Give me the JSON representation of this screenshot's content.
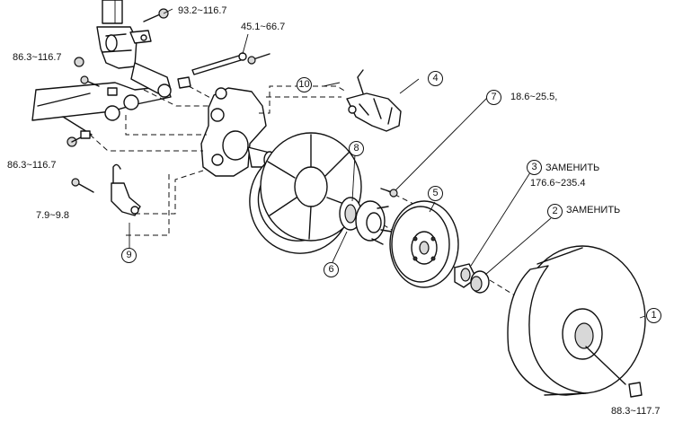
{
  "torques": {
    "strut_upper_bolt": "93.2~116.7",
    "knuckle_long_bolt": "45.1~66.7",
    "lateral_link_upper": "86.3~116.7",
    "lateral_link_lower": "86.3~116.7",
    "abs_sensor_bolt": "7.9~9.8",
    "caliper_bolt_label": "18.6~25.5,",
    "hub_nut": "176.6~235.4",
    "wheel_nut": "88.3~117.7"
  },
  "callouts": {
    "wheel": "1",
    "cap": "2",
    "hub_nut": "3",
    "caliper": "4",
    "disc": "5",
    "hub": "6",
    "bolt": "7",
    "dust_shield": "8",
    "abs_sensor": "9",
    "knuckle": "10"
  },
  "notes": {
    "replace_nut": "ЗАМЕНИТЬ",
    "replace_cap": "ЗАМЕНИТЬ"
  }
}
